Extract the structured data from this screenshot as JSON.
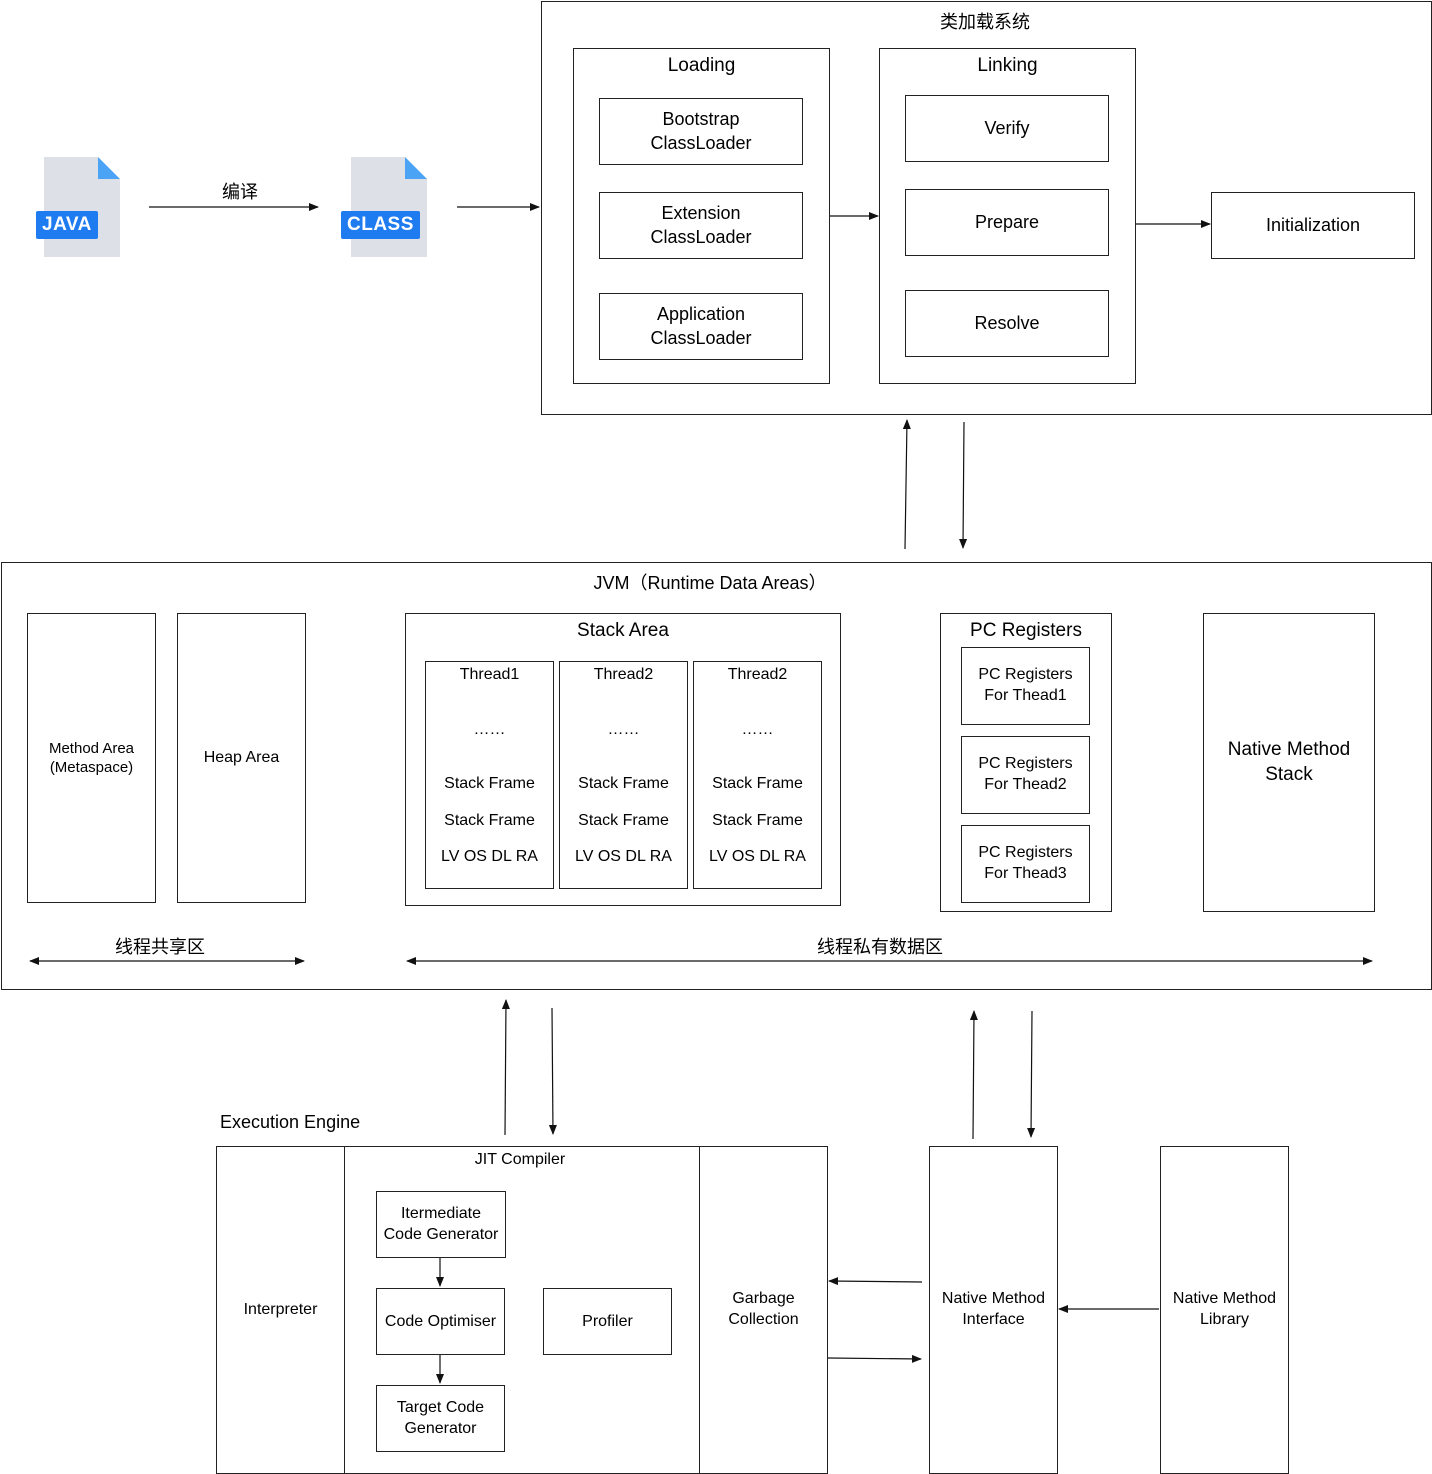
{
  "file_icons": {
    "java": "JAVA",
    "class": "CLASS",
    "compile_label": "编译"
  },
  "class_loading": {
    "title": "类加载系统",
    "loading": {
      "title": "Loading",
      "items": [
        "Bootstrap\nClassLoader",
        "Extension\nClassLoader",
        "Application\nClassLoader"
      ]
    },
    "linking": {
      "title": "Linking",
      "items": [
        "Verify",
        "Prepare",
        "Resolve"
      ]
    },
    "initialization": "Initialization"
  },
  "jvm": {
    "title": "JVM（Runtime Data Areas）",
    "method_area": "Method Area\n(Metaspace)",
    "heap_area": "Heap Area",
    "stack_area": {
      "title": "Stack Area",
      "threads": [
        {
          "name": "Thread1",
          "dots": "……",
          "frame1": "Stack Frame",
          "frame2": "Stack Frame",
          "vars": "LV OS DL RA"
        },
        {
          "name": "Thread2",
          "dots": "……",
          "frame1": "Stack Frame",
          "frame2": "Stack Frame",
          "vars": "LV OS DL RA"
        },
        {
          "name": "Thread2",
          "dots": "……",
          "frame1": "Stack Frame",
          "frame2": "Stack Frame",
          "vars": "LV OS DL RA"
        }
      ]
    },
    "pc_registers": {
      "title": "PC Registers",
      "items": [
        "PC Registers\nFor Thead1",
        "PC Registers\nFor Thead2",
        "PC Registers\nFor Thead3"
      ]
    },
    "native_method_stack": "Native Method\nStack",
    "shared_label": "线程共享区",
    "private_label": "线程私有数据区"
  },
  "execution_engine": {
    "title": "Execution Engine",
    "interpreter": "Interpreter",
    "jit": {
      "title": "JIT Compiler",
      "intermediate": "Itermediate\nCode Generator",
      "optimiser": "Code Optimiser",
      "target": "Target Code\nGenerator",
      "profiler": "Profiler"
    },
    "gc": "Garbage\nCollection"
  },
  "native_interface": "Native Method\nInterface",
  "native_library": "Native Method\nLibrary",
  "colors": {
    "badge_blue": "#1e7bf0",
    "file_gray": "#dde1e7",
    "fold_blue": "#4aa3f5"
  }
}
